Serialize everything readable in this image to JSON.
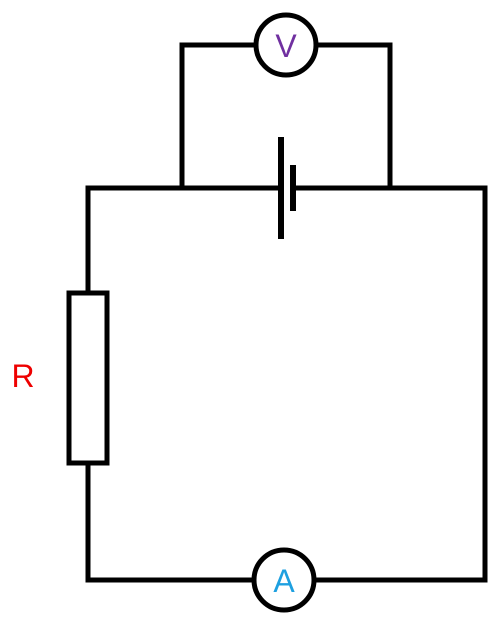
{
  "circuit": {
    "resistor_label": "R",
    "voltmeter_label": "V",
    "ammeter_label": "A",
    "colors": {
      "wire": "#000000",
      "resistor_label": "#ee0000",
      "voltmeter_label": "#7030a0",
      "ammeter_label": "#1ea0e0"
    }
  }
}
